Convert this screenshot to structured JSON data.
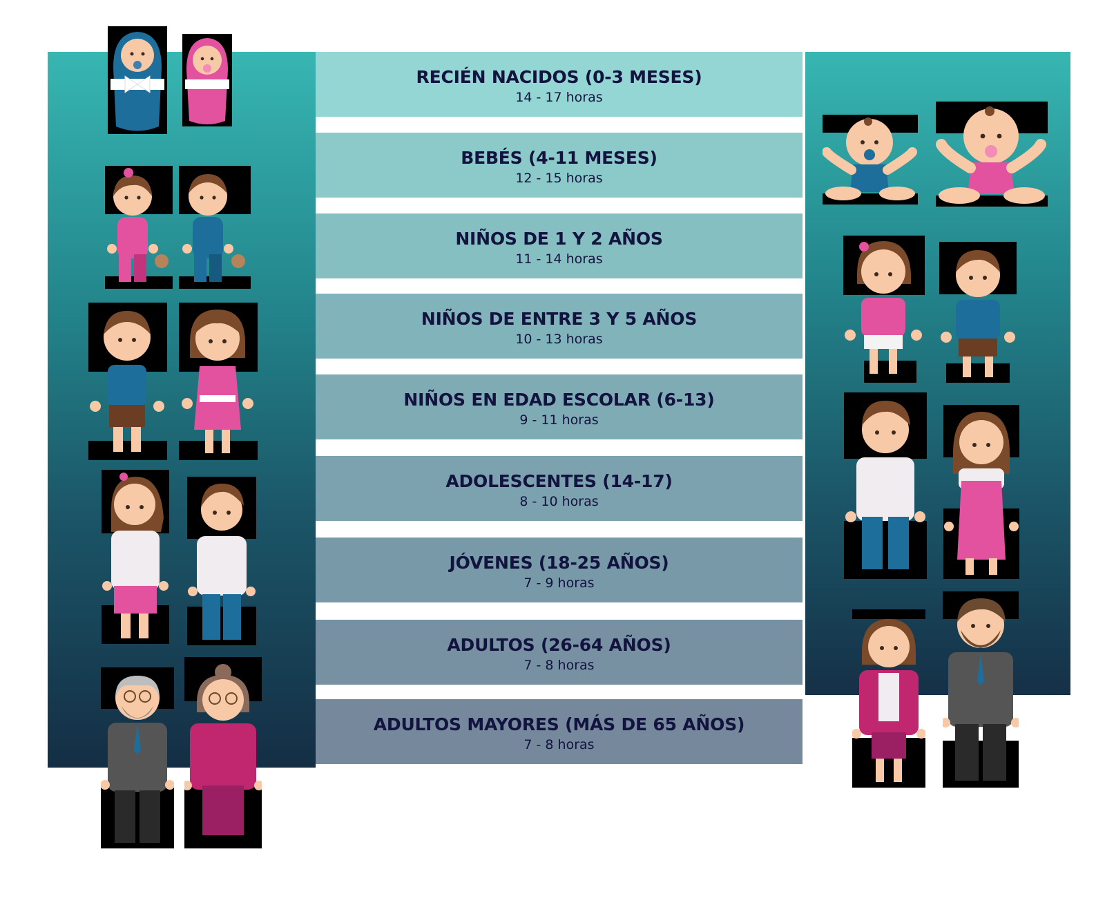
{
  "rows": [
    {
      "title": "RECIÉN NACIDOS (0-3 MESES)",
      "hours": "14 - 17 horas",
      "color": "#94d6d3"
    },
    {
      "title": "BEBÉS (4-11 MESES)",
      "hours": "12 - 15 horas",
      "color": "#8ccaca"
    },
    {
      "title": "NIÑOS DE 1 Y 2 AÑOS",
      "hours": "11 - 14 horas",
      "color": "#86bfc2"
    },
    {
      "title": "NIÑOS DE ENTRE 3 Y 5 AÑOS",
      "hours": "10 - 13 horas",
      "color": "#81b4ba"
    },
    {
      "title": "NIÑOS EN EDAD ESCOLAR (6-13)",
      "hours": "9 - 11 horas",
      "color": "#7fabb4"
    },
    {
      "title": "ADOLESCENTES (14-17)",
      "hours": "8 - 10 horas",
      "color": "#7ba2ae"
    },
    {
      "title": "JÓVENES (18-25 AÑOS)",
      "hours": "7 - 9 horas",
      "color": "#7899a8"
    },
    {
      "title": "ADULTOS (26-64 AÑOS)",
      "hours": "7 - 8 horas",
      "color": "#7891a2"
    },
    {
      "title": "ADULTOS MAYORES (MÁS DE 65 AÑOS)",
      "hours": "7 - 8 horas",
      "color": "#76889c"
    }
  ],
  "colors": {
    "teal_top": "#37b6b2",
    "navy_bottom": "#142e45",
    "text": "#13133f",
    "pink": "#e2529e",
    "blue": "#1d6e9a",
    "skin": "#f7c9a6",
    "hair": "#7a4a2a"
  },
  "figures": [
    "newborn-boy",
    "newborn-girl",
    "toddler-girl",
    "toddler-boy",
    "preschool-boy",
    "preschool-girl",
    "teen-girl",
    "teen-boy",
    "elderly-man",
    "elderly-woman",
    "baby-boy",
    "baby-girl",
    "small-girl",
    "small-boy",
    "young-man",
    "young-woman",
    "adult-woman",
    "adult-man"
  ]
}
